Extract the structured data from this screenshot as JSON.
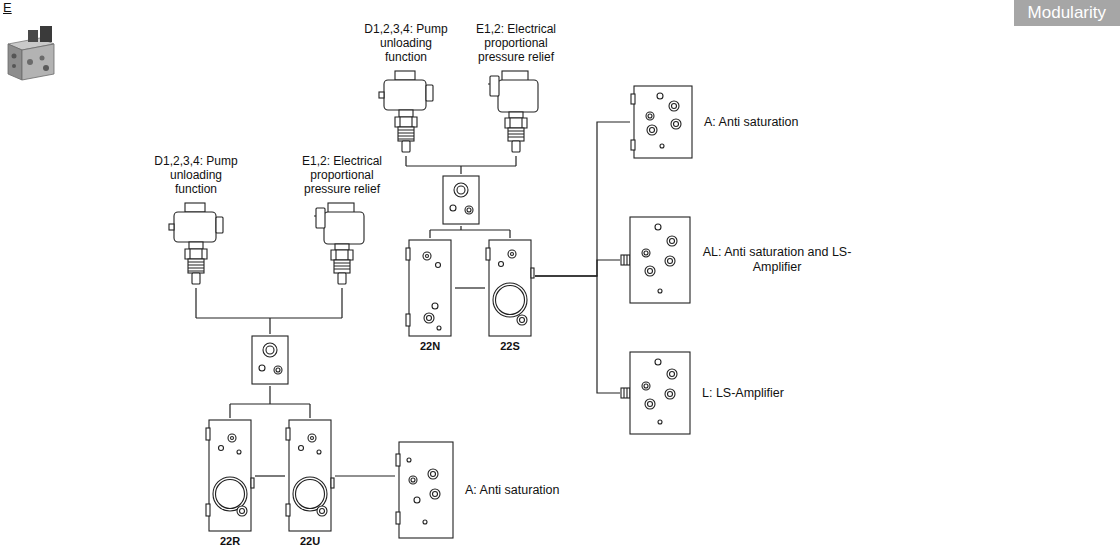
{
  "diagram": {
    "nodes": [
      {
        "text": [
          "Modularity"
        ]
      },
      {
        "text": [
          "D1,2,3,4: Pump unloading function"
        ]
      },
      {
        "text": [
          "E1,2: Electrical proportional pressure relief"
        ]
      },
      {
        "text": [
          "22R"
        ]
      },
      {
        "text": [
          "22U"
        ]
      },
      {
        "text": [
          "A: Anti saturation"
        ]
      },
      {
        "text": [
          "D1,2,3,4: Pump unloading function"
        ]
      },
      {
        "text": [
          "E1,2: Electrical proportional pressure relief"
        ]
      },
      {
        "text": [
          "22N"
        ]
      },
      {
        "text": [
          "22S"
        ]
      },
      {
        "text": [
          "A: Anti saturation"
        ]
      },
      {
        "text": [
          "AL: Anti saturation and LS-Amplifier"
        ]
      },
      {
        "text": [
          "L: LS-Amplifier"
        ]
      }
    ],
    "edges": [
      {
        "from": 3,
        "to": 4,
        "arrow": "none"
      },
      {
        "from": 4,
        "to": 5,
        "arrow": "none"
      },
      {
        "from": 8,
        "to": 9,
        "arrow": "none"
      },
      {
        "from": 9,
        "to": 10,
        "arrow": "none"
      },
      {
        "from": 9,
        "to": 11,
        "arrow": "none"
      },
      {
        "from": 9,
        "to": 12,
        "arrow": "none"
      }
    ],
    "labels": [
      "E"
    ]
  }
}
